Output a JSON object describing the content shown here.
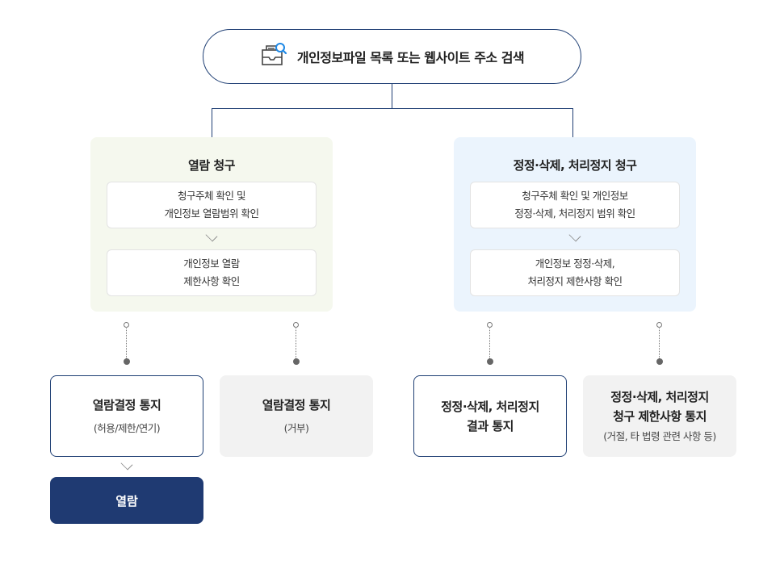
{
  "top": {
    "title": "개인정보파일 목록 또는 웹사이트 주소 검색",
    "icon": "file-search-icon"
  },
  "colors": {
    "navy": "#1f3f74",
    "final_fill": "#1f3a72",
    "green_panel": "#f5f8ee",
    "blue_panel": "#ebf4fd",
    "gray_box": "#f2f2f2",
    "search_accent": "#1e88e5"
  },
  "groups": {
    "access": {
      "title": "열람 청구",
      "step1": {
        "line1": "청구주체 확인 및",
        "line2": "개인정보 열람범위 확인"
      },
      "step2": {
        "line1": "개인정보 열람",
        "line2": "제한사항 확인"
      }
    },
    "correction": {
      "title": "정정·삭제, 처리정지 청구",
      "step1": {
        "line1": "청구주체 확인 및 개인정보",
        "line2": "정정·삭제, 처리정지 범위 확인"
      },
      "step2": {
        "line1": "개인정보 정정·삭제,",
        "line2": "처리정지 제한사항 확인"
      }
    }
  },
  "results": {
    "access_approved": {
      "title": "열람결정 통지",
      "sub": "(허용/제한/연기)"
    },
    "access_denied": {
      "title": "열람결정 통지",
      "sub": "(거부)"
    },
    "correction_result": {
      "line1": "정정·삭제, 처리정지",
      "line2": "결과 통지"
    },
    "correction_limit": {
      "line1": "정정·삭제, 처리정지",
      "line2": "청구 제한사항 통지",
      "sub": "(거절, 타 법령 관련 사항 등)"
    }
  },
  "final": {
    "label": "열람"
  }
}
